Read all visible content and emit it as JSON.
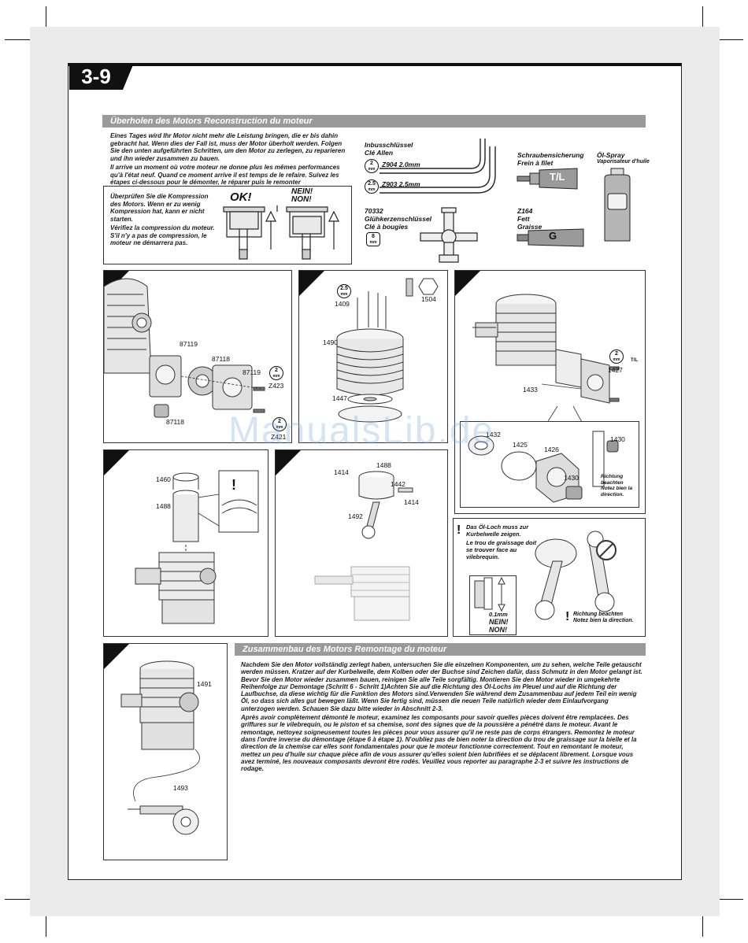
{
  "page": {
    "number": "3-9",
    "watermark": "ManualsLib.de"
  },
  "overhaul": {
    "title": "Überholen des Motors   Reconstruction du moteur",
    "intro_de": "Eines Tages wird Ihr Motor nicht mehr die Leistung bringen, die er bis dahin gebracht hat. Wenn dies der Fall ist, muss der Motor überholt werden. Folgen Sie den unten aufgeführten Schritten, um den Motor zu zerlegen, zu reparieren und ihn wieder zusammen zu bauen.",
    "intro_fr": "Il arrive un moment où votre moteur ne donne plus les mêmes performances qu'à l'état neuf. Quand ce moment arrive il est temps de le refaire. Suivez les étapes ci-dessous pour le démonter, le réparer puis le remonter",
    "compression_de": "Überprüfen Sie die Kompression des Motors. Wenn er zu wenig Kompression hat, kann er nicht starten.",
    "compression_fr": "Vérifiez la compression du moteur. S'il n'y a pas de compression, le moteur ne démarrera pas.",
    "ok_label": "OK!",
    "nein_label": "NEIN!",
    "non_label": "NON!"
  },
  "tools": {
    "allen_title_de": "Inbusschlüssel",
    "allen_title_fr": "Clé Allen",
    "z904": "Z904 2.0mm",
    "z903": "Z903 2.5mm",
    "icon_2": "2",
    "icon_25": "2.5",
    "icon_mm": "mm",
    "icon_8": "8",
    "glow_code": "70332",
    "glow_de": "Glühkerzenschlüssel",
    "glow_fr": "Clé à bougies",
    "threadlock_de": "Schraubensicherung",
    "threadlock_fr": "Frein à filet",
    "threadlock_tag": "T/L",
    "grease_code": "Z164",
    "grease_de": "Fett",
    "grease_fr": "Graisse",
    "grease_tag": "G",
    "oil_de": "Öl-Spray",
    "oil_fr": "Vaporisateur d'huile"
  },
  "parts": {
    "p87119a": "87119",
    "p87118a": "87118",
    "p87119b": "87119",
    "p87118b": "87118",
    "z423": "Z423",
    "z421": "Z421",
    "p1409": "1409",
    "p1504": "1504",
    "p1490": "1490",
    "p1447": "1447",
    "p1427": "1427",
    "p1433": "1433",
    "p1432": "1432",
    "p1425": "1425",
    "p1426": "1426",
    "p1430a": "1430",
    "p1430b": "1430",
    "p1460": "1460",
    "p1488a": "1488",
    "p1488b": "1488",
    "p1414a": "1414",
    "p1442": "1442",
    "p1414b": "1414",
    "p1492": "1492",
    "p1491": "1491",
    "p1493": "1493"
  },
  "notes": {
    "direction_de": "Richtung beachten",
    "direction_fr": "Notez bien la direction.",
    "oilhole_de": "Das Öl-Loch muss zur Kurbelwelle zeigen.",
    "oilhole_fr": "Le trou de graissage doit se trouver face au vilebrequin.",
    "gap": "0.1mm",
    "gap_nein": "NEIN!",
    "gap_non": "NON!",
    "direction2_de": "Richtung beachten",
    "direction2_fr": "Notez bien la direction.",
    "tl_small": "T/L"
  },
  "reassembly": {
    "title": "Zusammenbau des Motors   Remontage du moteur",
    "text_de": "Nachdem Sie den Motor vollständig zerlegt haben, untersuchen Sie die einzelnen Komponenten, um zu sehen, welche Teile getauscht werden müssen. Kratzer auf der Kurbelwelle, dem Kolben oder der Buchse sind Zeichen dafür, dass Schmutz in den Motor gelangt ist. Bevor Sie den Motor wieder zusammen bauen, reinigen Sie alle Teile sorgfältig. Montieren Sie den Motor wieder in umgekehrte Reihenfolge zur Demontage (Schritt 6 - Schritt 1)Achten Sie auf die Richtung des Öl-Lochs im Pleuel und auf die Richtung der Laufbuchse, da diese wichtig für die Funktion des Motors sind.Verwenden Sie während dem Zusammenbau auf jedem Teil ein wenig Öl, so dass sich alles gut bewegen läßt. Wenn Sie fertig sind, müssen die neuen Teile natürlich wieder dem Einlaufvorgang unterzogen werden. Schauen Sie dazu bitte wieder in Abschnitt 2-3.",
    "text_fr": "Après avoir complètement démonté le moteur, examinez les composants pour savoir quelles pièces doivent être remplacées. Des griffures sur le vilebrequin, ou le piston et sa chemise, sont des signes que de la poussière a pénétré dans le moteur. Avant le remontage, nettoyez soigneusement toutes les pièces pour vous assurer qu'il ne reste pas de corps étrangers. Remontez le moteur dans l'ordre inverse du démontage (étape 6 à étape 1). N'oubliez pas de bien noter la direction du trou de graissage sur la bielle et la direction de la chemise car elles sont fondamentales pour que le moteur fonctionne correctement. Tout en remontant le moteur, mettez un peu d'huile sur chaque pièce afin de vous assurer qu'elles soient bien lubrifiées et se déplacent librement. Lorsque vous avez terminé, les nouveaux composants devront être rodés. Veuillez vous reporter au paragraphe 2-3 et suivre les instructions de rodage."
  }
}
